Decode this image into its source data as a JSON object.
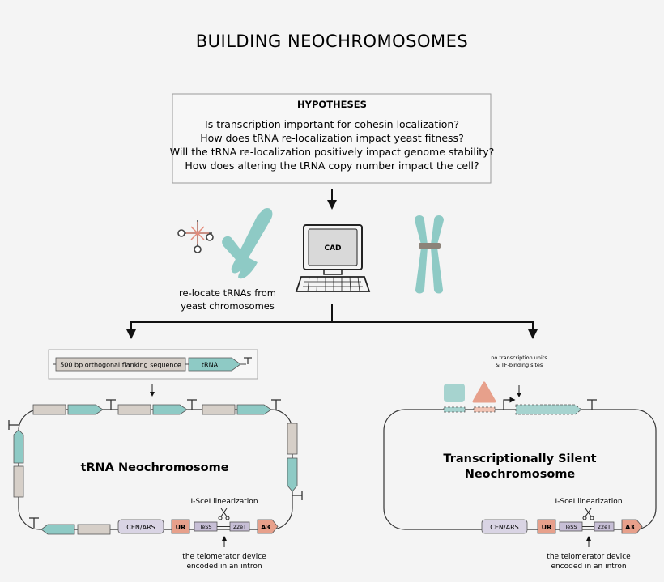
{
  "title": "BUILDING NEOCHROMOSOMES",
  "hypotheses": {
    "heading": "HYPOTHESES",
    "lines": [
      "Is transcription important for cohesin localization?",
      "How does tRNA re-localization impact yeast fitness?",
      "Will the tRNA re-localization positively impact genome stability?",
      "How does altering the tRNA copy number impact the cell?"
    ]
  },
  "computer": {
    "screen_label": "CAD"
  },
  "relocate_caption": [
    "re-locate tRNAs from",
    "yeast chromosomes"
  ],
  "insert": {
    "flank_label": "500 bp orthogonal flanking sequence",
    "trna_label": "tRNA"
  },
  "left_circuit": {
    "name": "tRNA Neochromosome",
    "cen_ars": "CEN/ARS",
    "linearization": "I-SceI linearization",
    "ur": "UR",
    "tess": "TeSS",
    "tel": "22eT",
    "a3": "A3",
    "device_note": [
      "the telomerator device",
      "encoded in an intron"
    ]
  },
  "right_circuit": {
    "name": [
      "Transcriptionally Silent",
      "Neochromosome"
    ],
    "note": [
      "no transcription units",
      "& TF-binding sites"
    ],
    "cen_ars": "CEN/ARS",
    "linearization": "I-SceI linearization",
    "ur": "UR",
    "tess": "TeSS",
    "tel": "22eT",
    "a3": "A3",
    "device_note": [
      "the telomerator device",
      "encoded in an intron"
    ]
  },
  "colors": {
    "teal": "#8ecac5",
    "gray_block": "#d6cfc8",
    "salmon": "#e7a08b",
    "lavender": "#d9d4e4",
    "tess_fill": "#c7bfd6",
    "band": "#8c8379",
    "scissors_red": "#e58a7a"
  }
}
